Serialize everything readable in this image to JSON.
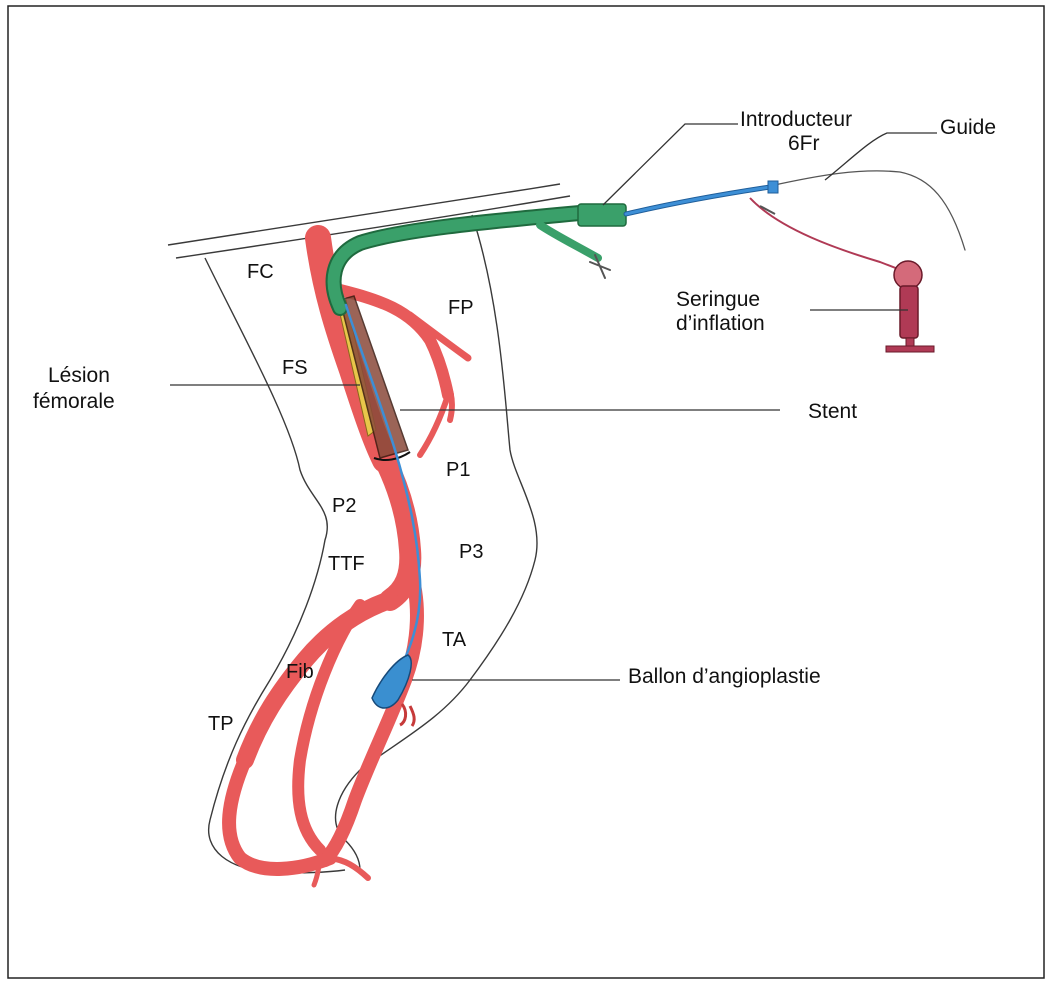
{
  "colors": {
    "artery": "#e85a5a",
    "artery_dark": "#c63a3a",
    "catheter": "#3aa06a",
    "guide_wire": "#3d8fd6",
    "balloon": "#3a8fd0",
    "lesion": "#e8c64a",
    "stent": "#8a4a3a",
    "syringe": "#b03a55",
    "outline": "#3a3a3a"
  },
  "labels": {
    "introducteur_line1": "Introducteur",
    "introducteur_line2": "6Fr",
    "guide": "Guide",
    "seringue_line1": "Seringue",
    "seringue_line2": "d’inflation",
    "lesion_line1": "Lésion",
    "lesion_line2": "fémorale",
    "stent": "Stent",
    "ballon": "Ballon d’angioplastie",
    "fc": "FC",
    "fp": "FP",
    "fs": "FS",
    "p1": "P1",
    "p2": "P2",
    "p3": "P3",
    "ttf": "TTF",
    "ta": "TA",
    "fib": "Fib",
    "tp": "TP"
  }
}
